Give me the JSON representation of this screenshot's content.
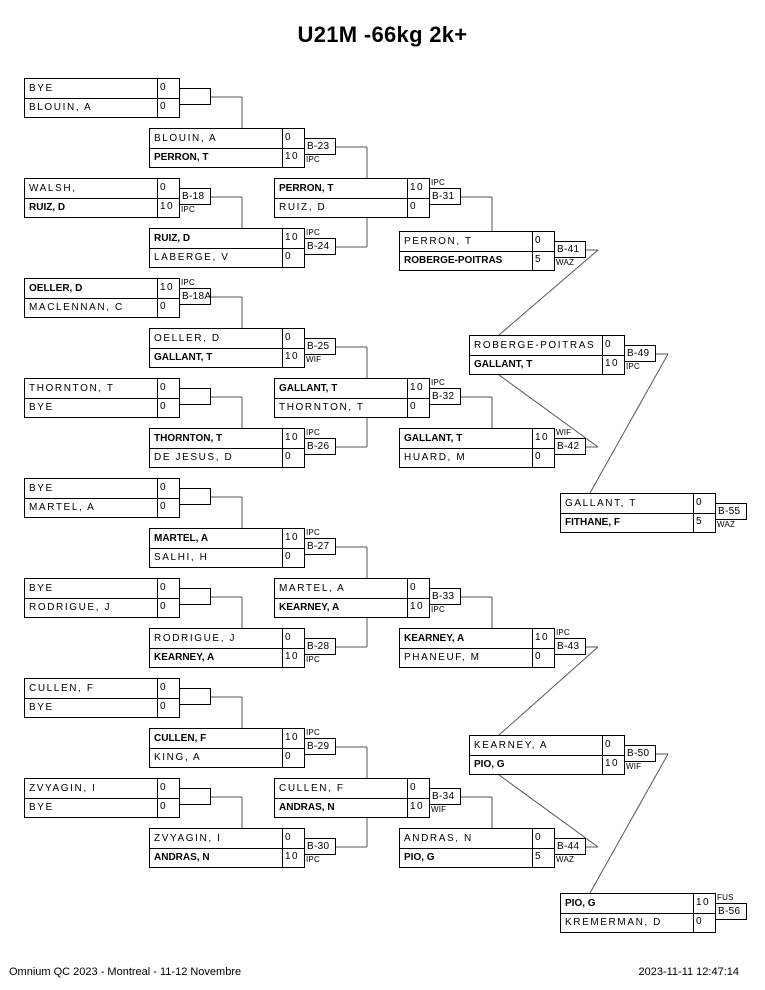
{
  "title": "U21M -66kg 2k+",
  "footer": {
    "event": "Omnium QC 2023 - Montreal - 11-12 Novembre",
    "timestamp": "2023-11-11 12:47:14"
  },
  "matches": [
    {
      "id": "r1-1",
      "players": [
        {
          "name": "BYE",
          "score": "0",
          "winner": false
        },
        {
          "name": "BLOUIN, A",
          "score": "0",
          "winner": false
        }
      ],
      "bout": "",
      "method": "",
      "method_pos": ""
    },
    {
      "id": "r2-1",
      "players": [
        {
          "name": "BLOUIN, A",
          "score": "0",
          "winner": false
        },
        {
          "name": "PERRON, T",
          "score": "10",
          "winner": true
        }
      ],
      "bout": "B-23",
      "method": "IPC",
      "method_pos": "below"
    },
    {
      "id": "r1-2",
      "players": [
        {
          "name": "WALSH,",
          "score": "0",
          "winner": false
        },
        {
          "name": "RUIZ, D",
          "score": "10",
          "winner": true
        }
      ],
      "bout": "B-18",
      "method": "IPC",
      "method_pos": "below"
    },
    {
      "id": "r2-2",
      "players": [
        {
          "name": "RUIZ, D",
          "score": "10",
          "winner": true
        },
        {
          "name": "LABERGE, V",
          "score": "0",
          "winner": false
        }
      ],
      "bout": "B-24",
      "method": "IPC",
      "method_pos": "above"
    },
    {
      "id": "r3-1",
      "players": [
        {
          "name": "PERRON, T",
          "score": "10",
          "winner": true
        },
        {
          "name": "RUIZ, D",
          "score": "0",
          "winner": false
        }
      ],
      "bout": "B-31",
      "method": "IPC",
      "method_pos": "above"
    },
    {
      "id": "r4-1",
      "players": [
        {
          "name": "PERRON, T",
          "score": "0",
          "winner": false
        },
        {
          "name": "ROBERGE-POITRAS",
          "score": "5",
          "winner": true
        }
      ],
      "bout": "B-41",
      "method": "WAZ",
      "method_pos": "below"
    },
    {
      "id": "r1-3",
      "players": [
        {
          "name": "OELLER, D",
          "score": "10",
          "winner": true
        },
        {
          "name": "MACLENNAN, C",
          "score": "0",
          "winner": false
        }
      ],
      "bout": "B-18A",
      "method": "IPC",
      "method_pos": "above"
    },
    {
      "id": "r2-3",
      "players": [
        {
          "name": "OELLER, D",
          "score": "0",
          "winner": false
        },
        {
          "name": "GALLANT, T",
          "score": "10",
          "winner": true
        }
      ],
      "bout": "B-25",
      "method": "WIF",
      "method_pos": "below"
    },
    {
      "id": "r1-4",
      "players": [
        {
          "name": "THORNTON, T",
          "score": "0",
          "winner": false
        },
        {
          "name": "BYE",
          "score": "0",
          "winner": false
        }
      ],
      "bout": "",
      "method": "",
      "method_pos": ""
    },
    {
      "id": "r2-4",
      "players": [
        {
          "name": "THORNTON, T",
          "score": "10",
          "winner": true
        },
        {
          "name": "DE JESUS, D",
          "score": "0",
          "winner": false
        }
      ],
      "bout": "B-26",
      "method": "IPC",
      "method_pos": "above"
    },
    {
      "id": "r3-2",
      "players": [
        {
          "name": "GALLANT, T",
          "score": "10",
          "winner": true
        },
        {
          "name": "THORNTON, T",
          "score": "0",
          "winner": false
        }
      ],
      "bout": "B-32",
      "method": "IPC",
      "method_pos": "above"
    },
    {
      "id": "r4-2",
      "players": [
        {
          "name": "GALLANT, T",
          "score": "10",
          "winner": true
        },
        {
          "name": "HUARD, M",
          "score": "0",
          "winner": false
        }
      ],
      "bout": "B-42",
      "method": "WIF",
      "method_pos": "above"
    },
    {
      "id": "r5-1",
      "players": [
        {
          "name": "ROBERGE-POITRAS",
          "score": "0",
          "winner": false
        },
        {
          "name": "GALLANT, T",
          "score": "10",
          "winner": true
        }
      ],
      "bout": "B-49",
      "method": "IPC",
      "method_pos": "below"
    },
    {
      "id": "r6-1",
      "players": [
        {
          "name": "GALLANT, T",
          "score": "0",
          "winner": false
        },
        {
          "name": "FITHANE, F",
          "score": "5",
          "winner": true
        }
      ],
      "bout": "B-55",
      "method": "WAZ",
      "method_pos": "below"
    },
    {
      "id": "r1-5",
      "players": [
        {
          "name": "BYE",
          "score": "0",
          "winner": false
        },
        {
          "name": "MARTEL, A",
          "score": "0",
          "winner": false
        }
      ],
      "bout": "",
      "method": "",
      "method_pos": ""
    },
    {
      "id": "r2-5",
      "players": [
        {
          "name": "MARTEL, A",
          "score": "10",
          "winner": true
        },
        {
          "name": "SALHI, H",
          "score": "0",
          "winner": false
        }
      ],
      "bout": "B-27",
      "method": "IPC",
      "method_pos": "above"
    },
    {
      "id": "r1-6",
      "players": [
        {
          "name": "BYE",
          "score": "0",
          "winner": false
        },
        {
          "name": "RODRIGUE, J",
          "score": "0",
          "winner": false
        }
      ],
      "bout": "",
      "method": "",
      "method_pos": ""
    },
    {
      "id": "r2-6",
      "players": [
        {
          "name": "RODRIGUE, J",
          "score": "0",
          "winner": false
        },
        {
          "name": "KEARNEY, A",
          "score": "10",
          "winner": true
        }
      ],
      "bout": "B-28",
      "method": "IPC",
      "method_pos": "below"
    },
    {
      "id": "r3-3",
      "players": [
        {
          "name": "MARTEL, A",
          "score": "0",
          "winner": false
        },
        {
          "name": "KEARNEY, A",
          "score": "10",
          "winner": true
        }
      ],
      "bout": "B-33",
      "method": "IPC",
      "method_pos": "below"
    },
    {
      "id": "r4-3",
      "players": [
        {
          "name": "KEARNEY, A",
          "score": "10",
          "winner": true
        },
        {
          "name": "PHANEUF, M",
          "score": "0",
          "winner": false
        }
      ],
      "bout": "B-43",
      "method": "IPC",
      "method_pos": "above"
    },
    {
      "id": "r1-7",
      "players": [
        {
          "name": "CULLEN, F",
          "score": "0",
          "winner": false
        },
        {
          "name": "BYE",
          "score": "0",
          "winner": false
        }
      ],
      "bout": "",
      "method": "",
      "method_pos": ""
    },
    {
      "id": "r2-7",
      "players": [
        {
          "name": "CULLEN, F",
          "score": "10",
          "winner": true
        },
        {
          "name": "KING, A",
          "score": "0",
          "winner": false
        }
      ],
      "bout": "B-29",
      "method": "IPC",
      "method_pos": "above"
    },
    {
      "id": "r1-8",
      "players": [
        {
          "name": "ZVYAGIN, I",
          "score": "0",
          "winner": false
        },
        {
          "name": "BYE",
          "score": "0",
          "winner": false
        }
      ],
      "bout": "",
      "method": "",
      "method_pos": ""
    },
    {
      "id": "r2-8",
      "players": [
        {
          "name": "ZVYAGIN, I",
          "score": "0",
          "winner": false
        },
        {
          "name": "ANDRAS, N",
          "score": "10",
          "winner": true
        }
      ],
      "bout": "B-30",
      "method": "IPC",
      "method_pos": "below"
    },
    {
      "id": "r3-4",
      "players": [
        {
          "name": "CULLEN, F",
          "score": "0",
          "winner": false
        },
        {
          "name": "ANDRAS, N",
          "score": "10",
          "winner": true
        }
      ],
      "bout": "B-34",
      "method": "WIF",
      "method_pos": "below"
    },
    {
      "id": "r4-4",
      "players": [
        {
          "name": "ANDRAS, N",
          "score": "0",
          "winner": false
        },
        {
          "name": "PIO, G",
          "score": "5",
          "winner": true
        }
      ],
      "bout": "B-44",
      "method": "WAZ",
      "method_pos": "below"
    },
    {
      "id": "r5-2",
      "players": [
        {
          "name": "KEARNEY, A",
          "score": "0",
          "winner": false
        },
        {
          "name": "PIO, G",
          "score": "10",
          "winner": true
        }
      ],
      "bout": "B-50",
      "method": "WIF",
      "method_pos": "below"
    },
    {
      "id": "r6-2",
      "players": [
        {
          "name": "PIO, G",
          "score": "10",
          "winner": true
        },
        {
          "name": "KREMERMAN, D",
          "score": "0",
          "winner": false
        }
      ],
      "bout": "B-56",
      "method": "FUS",
      "method_pos": "above"
    }
  ]
}
